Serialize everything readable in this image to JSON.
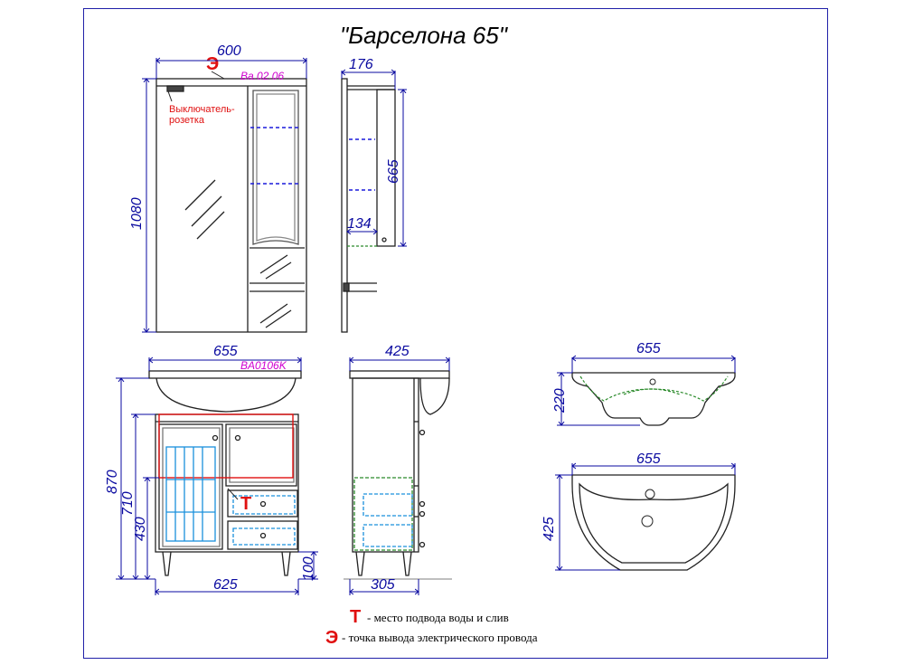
{
  "title": "\"Барселона 65\"",
  "mirror_cabinet": {
    "width": "600",
    "height": "1080",
    "code": "Ba.02.06",
    "socket_label_line1": "Выключатель-",
    "socket_label_line2": "розетка",
    "socket_mark": "Э"
  },
  "mirror_side": {
    "depth": "176",
    "shelf_height": "665",
    "shelf_depth": "134"
  },
  "vanity": {
    "top_width": "655",
    "code": "BA0106K",
    "height_total": "870",
    "height_body": "710",
    "height_plumbing": "430",
    "leg_height": "100",
    "body_width": "625",
    "plumbing_mark": "Т"
  },
  "vanity_side": {
    "depth": "425",
    "body_depth": "305"
  },
  "sink_front": {
    "width": "655",
    "height": "220"
  },
  "sink_top": {
    "width": "655",
    "depth": "425"
  },
  "legend": {
    "t_mark": "Т",
    "t_text": "- место подвода воды и слив",
    "e_mark": "Э",
    "e_text": "- точка вывода электрического провода"
  },
  "colors": {
    "outline": "#222222",
    "dimension": "#0a0aa0",
    "code": "#d000d0",
    "marker": "#e01010",
    "hidden": "#2a8a2a"
  }
}
